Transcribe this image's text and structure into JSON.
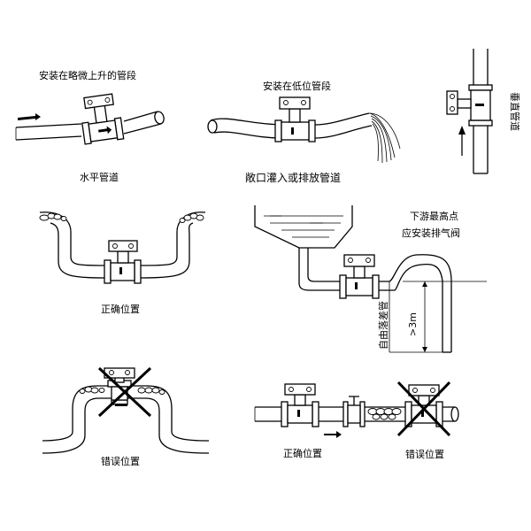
{
  "labels": {
    "slight_upward": "安装在略微上升的管段",
    "horizontal": "水平管道",
    "low_section": "安装在低位管段",
    "open_outlet": "敞口灌入或排放管道",
    "vertical": "垂直管道",
    "downstream_top": "下游最高点",
    "vent_valve": "应安装排气阀",
    "free_fall": "自由落差管",
    "height": ">3m",
    "correct_1": "正确位置",
    "wrong_1": "错误位置",
    "correct_2": "正确位置",
    "wrong_2": "错误位置"
  }
}
